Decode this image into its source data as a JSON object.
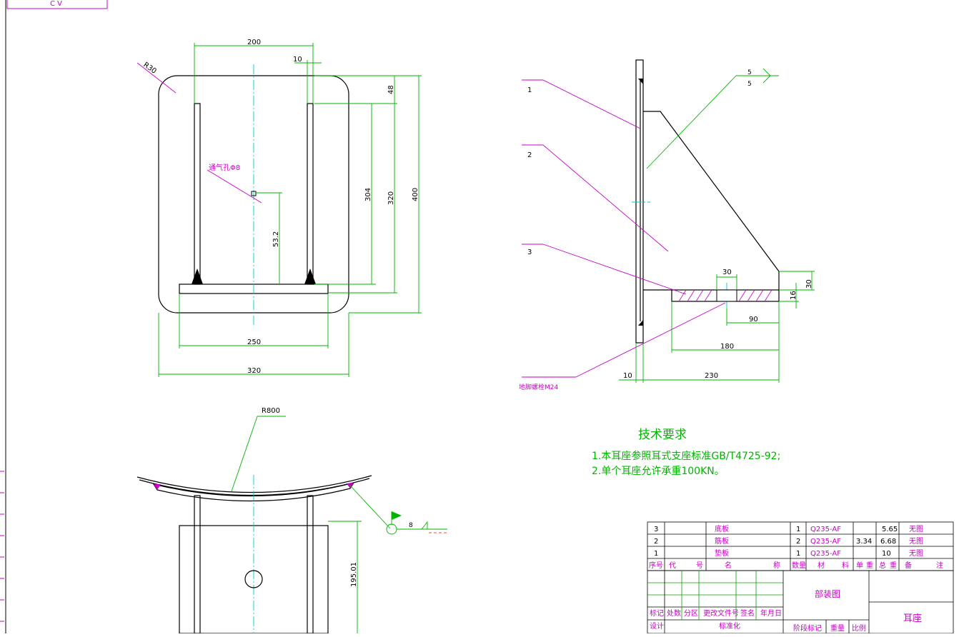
{
  "corner_stamp": "C V",
  "front_view": {
    "radius_label": "R30",
    "vent_label": "通气孔Φ8",
    "dims": {
      "top_width": "200",
      "rib_thickness": "10",
      "top_gap": "48",
      "rib_height": "304",
      "inner_height": "320",
      "total_height": "400",
      "vent_height": "53.2",
      "base_width": "250",
      "total_width": "320"
    }
  },
  "side_view": {
    "leaders": [
      "1",
      "2",
      "3"
    ],
    "weld_symbol": [
      "5",
      "5"
    ],
    "bolt_label": "地脚螺栓M24",
    "dims": {
      "hole": "30",
      "flange": "30",
      "base_thk": "16",
      "hole_pos": "90",
      "base_len": "180",
      "plate_thk": "10",
      "total_len": "230"
    }
  },
  "top_view": {
    "radius_label": "R800",
    "weld_size": "8",
    "height_dim": "195.01"
  },
  "tech_requirements": {
    "title": "技术要求",
    "items": [
      "1.本耳座参照耳式支座标准GB/T4725-92;",
      "2.单个耳座允许承重100KN。"
    ]
  },
  "bom": {
    "rows": [
      {
        "no": "3",
        "name": "底板",
        "qty": "1",
        "material": "Q235-AF",
        "unit_wt": "",
        "total_wt": "5.65",
        "note": "无图"
      },
      {
        "no": "2",
        "name": "筋板",
        "qty": "2",
        "material": "Q235-AF",
        "unit_wt": "3.34",
        "total_wt": "6.68",
        "note": "无图"
      },
      {
        "no": "1",
        "name": "垫板",
        "qty": "1",
        "material": "Q235-AF",
        "unit_wt": "",
        "total_wt": "10",
        "note": "无图"
      }
    ],
    "header": {
      "no": "序号",
      "code_a": "代",
      "code_b": "号",
      "name_a": "名",
      "name_b": "称",
      "qty": "数量",
      "mat_a": "材",
      "mat_b": "料",
      "unit": "单",
      "weight": "重",
      "total": "总",
      "total_b": "重",
      "note_a": "备",
      "note_b": "注"
    }
  },
  "title_block": {
    "drawing_type": "部装图",
    "part_name": "耳座",
    "rev_labels": [
      "标记",
      "处数",
      "分区",
      "更改文件号",
      "签名",
      "年月日"
    ],
    "design": "设计",
    "standardize": "标准化",
    "stage": "阶段标记",
    "weight": "重量",
    "scale": "比例"
  }
}
